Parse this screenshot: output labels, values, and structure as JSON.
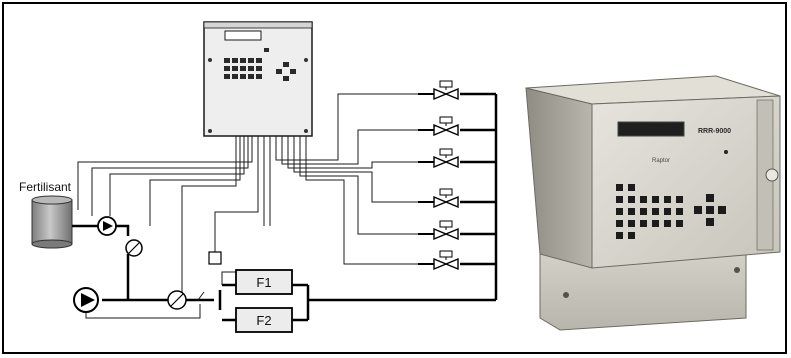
{
  "labels": {
    "fertilisant": "Fertilisant",
    "filter_1": "F1",
    "filter_2": "F2"
  },
  "photo": {
    "model_text": "RRR-9000",
    "brand_text": "Raptor"
  },
  "colors": {
    "line": "#1a1a1a",
    "pipe": "#000000",
    "panel": "#e9e9e9",
    "tank": "#a9a9a9",
    "box_wood": "#c9c6bc",
    "box_front": "#dcdad3",
    "key_dark": "#1c1c1c"
  }
}
